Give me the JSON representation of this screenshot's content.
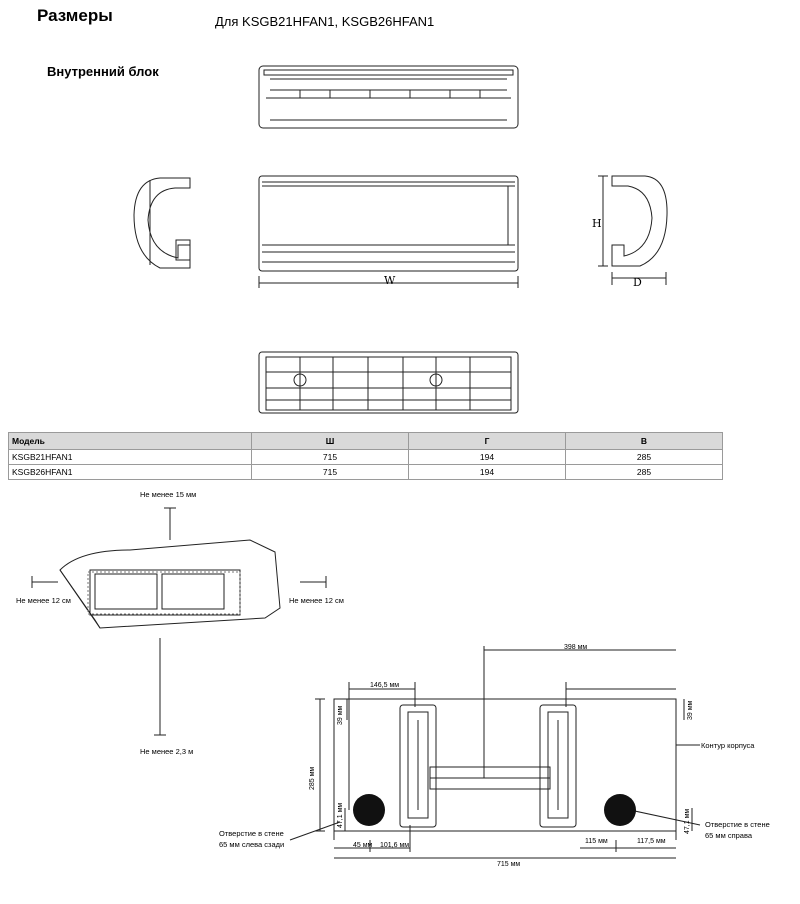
{
  "header": {
    "title": "Размеры",
    "models": "Для KSGB21HFAN1, KSGB26HFAN1",
    "section": "Внутренний блок"
  },
  "drawing_labels": {
    "width": "W",
    "height": "H",
    "depth": "D"
  },
  "table": {
    "headers": [
      "Модель",
      "Ш",
      "Г",
      "В"
    ],
    "rows": [
      [
        "KSGB21HFAN1",
        "715",
        "194",
        "285"
      ],
      [
        "KSGB26HFAN1",
        "715",
        "194",
        "285"
      ]
    ]
  },
  "clearances": {
    "top": "Не менее 15 мм",
    "left": "Не менее 12 см",
    "right": "Не менее 12 см",
    "floor": "Не менее 2,3 м"
  },
  "mounting": {
    "d398": "398 мм",
    "d146": "146,5 мм",
    "d39_left": "39 мм",
    "d39_right": "39 мм",
    "d285": "285 мм",
    "d47_left": "47,1 мм",
    "d47_right": "47,1 мм",
    "d45": "45 мм",
    "d101": "101,6 мм",
    "d115": "115 мм",
    "d117": "117,5 мм",
    "d715": "715 мм",
    "contour": "Контур корпуса",
    "hole_left_1": "Отверстие в стене",
    "hole_left_2": "65 мм слева сзади",
    "hole_right_1": "Отверстие в стене",
    "hole_right_2": "65 мм справа"
  }
}
